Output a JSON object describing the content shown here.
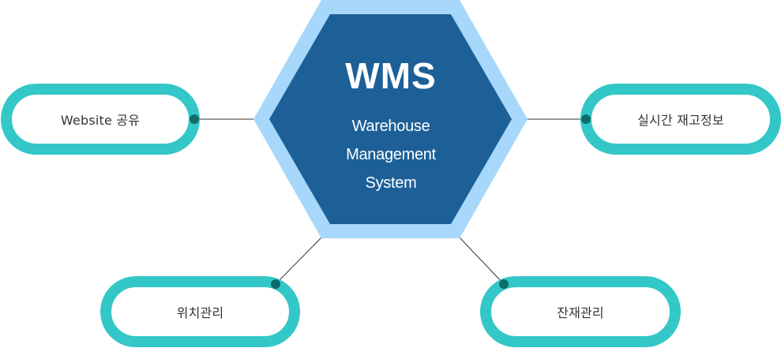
{
  "center": {
    "title": "WMS",
    "subtitle_lines": [
      "Warehouse",
      "Management",
      "System"
    ]
  },
  "nodes": {
    "website_share": "Website 공유",
    "realtime_stock": "실시간 재고정보",
    "location_mgmt": "위치관리",
    "stock_mgmt": "잔재관리"
  },
  "colors": {
    "hex_outer": "#a7d8fb",
    "hex_inner": "#1d6098",
    "pill_border": "#33c7c8",
    "node_dot": "#0d6c6a",
    "connector": "#333333"
  }
}
